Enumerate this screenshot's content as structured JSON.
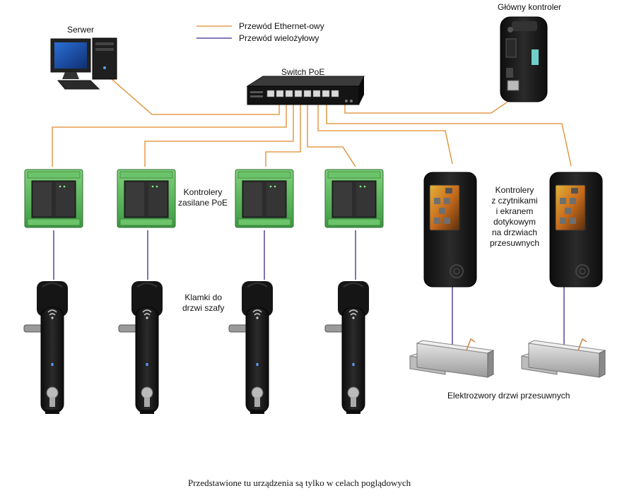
{
  "legend": {
    "ethernet": "Przewód Ethernet-owy",
    "multicore": "Przewód wielożyłowy"
  },
  "labels": {
    "server": "Serwer",
    "switch": "Switch PoE",
    "main_controller": "Główny kontroler",
    "poe_controllers_line1": "Kontrolery",
    "poe_controllers_line2": "zasilane PoE",
    "handles_line1": "Klamki do",
    "handles_line2": "drzwi szafy",
    "reader_controllers": [
      "Kontrolery",
      "z czytnikami",
      "i ekranem",
      "dotykowym",
      "na drzwiach",
      "przesuwnych"
    ],
    "maglocks": "Elektrozwory drzwi przesuwnych"
  },
  "footer": "Przedstawione tu urządzenia są tylko w celach poglądowych",
  "colors": {
    "ethernet": "#e08a2a",
    "multicore": "#3b2a8c",
    "controller_green": "#5bb85a",
    "device_black": "#1b1b1b"
  },
  "icons": {
    "server": "desktop-computer-icon",
    "switch": "network-switch-icon",
    "main_controller": "controller-box-icon",
    "poe_controller": "din-rail-controller-icon",
    "handle": "cabinet-handle-icon",
    "reader": "touchscreen-reader-icon",
    "maglock": "electromagnetic-lock-icon"
  }
}
